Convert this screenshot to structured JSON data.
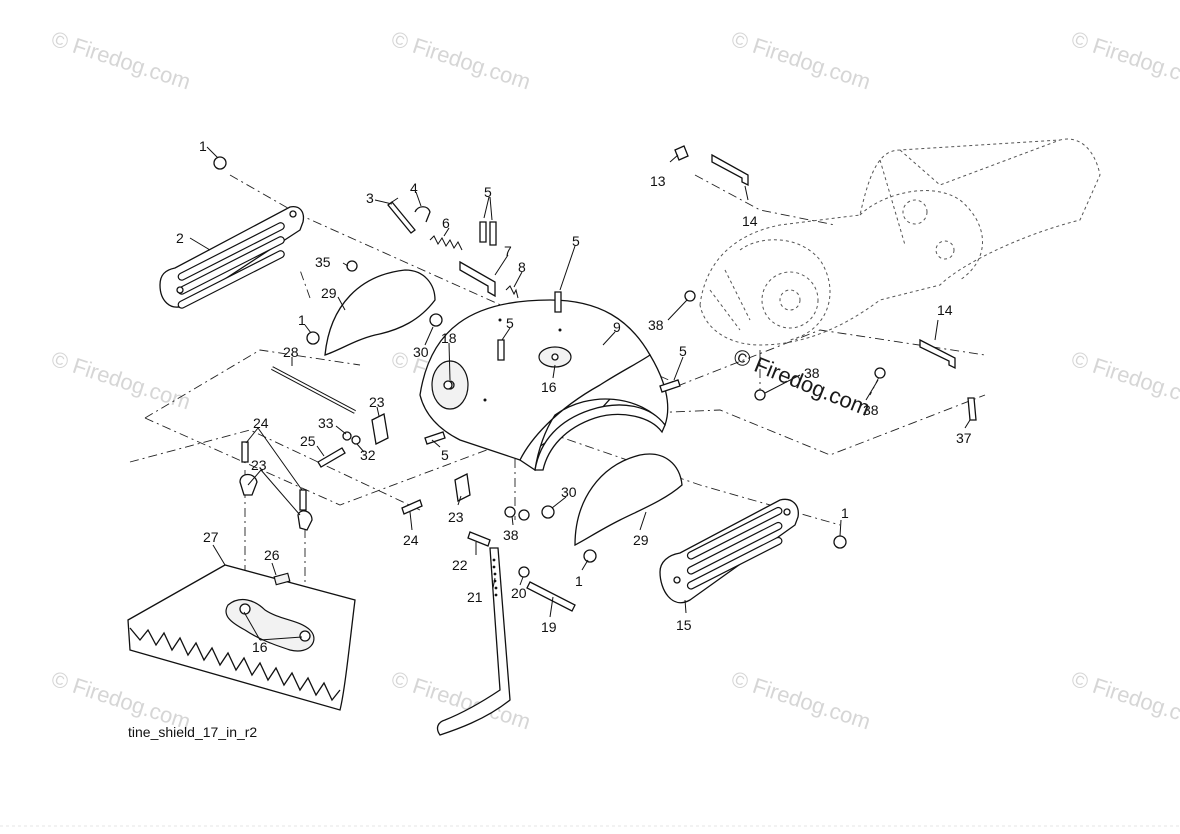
{
  "diagram": {
    "caption": "tine_shield_17_in_r2",
    "watermark": "© Firedog.com",
    "logo_watermark": "© Firedog.com"
  },
  "callouts": [
    {
      "id": "c1a",
      "label": "1"
    },
    {
      "id": "c2",
      "label": "2"
    },
    {
      "id": "c3",
      "label": "3"
    },
    {
      "id": "c4",
      "label": "4"
    },
    {
      "id": "c5a",
      "label": "5"
    },
    {
      "id": "c6",
      "label": "6"
    },
    {
      "id": "c7",
      "label": "7"
    },
    {
      "id": "c8",
      "label": "8"
    },
    {
      "id": "c5b",
      "label": "5"
    },
    {
      "id": "c35",
      "label": "35"
    },
    {
      "id": "c29a",
      "label": "29"
    },
    {
      "id": "c1b",
      "label": "1"
    },
    {
      "id": "c28",
      "label": "28"
    },
    {
      "id": "c30a",
      "label": "30"
    },
    {
      "id": "c18",
      "label": "18"
    },
    {
      "id": "c5c",
      "label": "5"
    },
    {
      "id": "c16a",
      "label": "16"
    },
    {
      "id": "c9",
      "label": "9"
    },
    {
      "id": "c5d",
      "label": "5"
    },
    {
      "id": "c13",
      "label": "13"
    },
    {
      "id": "c14a",
      "label": "14"
    },
    {
      "id": "c38a",
      "label": "38"
    },
    {
      "id": "c38b",
      "label": "38"
    },
    {
      "id": "c38c",
      "label": "38"
    },
    {
      "id": "c14b",
      "label": "14"
    },
    {
      "id": "c37",
      "label": "37"
    },
    {
      "id": "c23a",
      "label": "23"
    },
    {
      "id": "c24a",
      "label": "24"
    },
    {
      "id": "c33",
      "label": "33"
    },
    {
      "id": "c25",
      "label": "25"
    },
    {
      "id": "c32",
      "label": "32"
    },
    {
      "id": "c5e",
      "label": "5"
    },
    {
      "id": "c23b",
      "label": "23"
    },
    {
      "id": "c23c",
      "label": "23"
    },
    {
      "id": "c24b",
      "label": "24"
    },
    {
      "id": "c30b",
      "label": "30"
    },
    {
      "id": "c38d",
      "label": "38"
    },
    {
      "id": "c29b",
      "label": "29"
    },
    {
      "id": "c22",
      "label": "22"
    },
    {
      "id": "c1c",
      "label": "1"
    },
    {
      "id": "c1d",
      "label": "1"
    },
    {
      "id": "c27",
      "label": "27"
    },
    {
      "id": "c26",
      "label": "26"
    },
    {
      "id": "c20",
      "label": "20"
    },
    {
      "id": "c21",
      "label": "21"
    },
    {
      "id": "c19",
      "label": "19"
    },
    {
      "id": "c15",
      "label": "15"
    },
    {
      "id": "c16b",
      "label": "16"
    }
  ]
}
